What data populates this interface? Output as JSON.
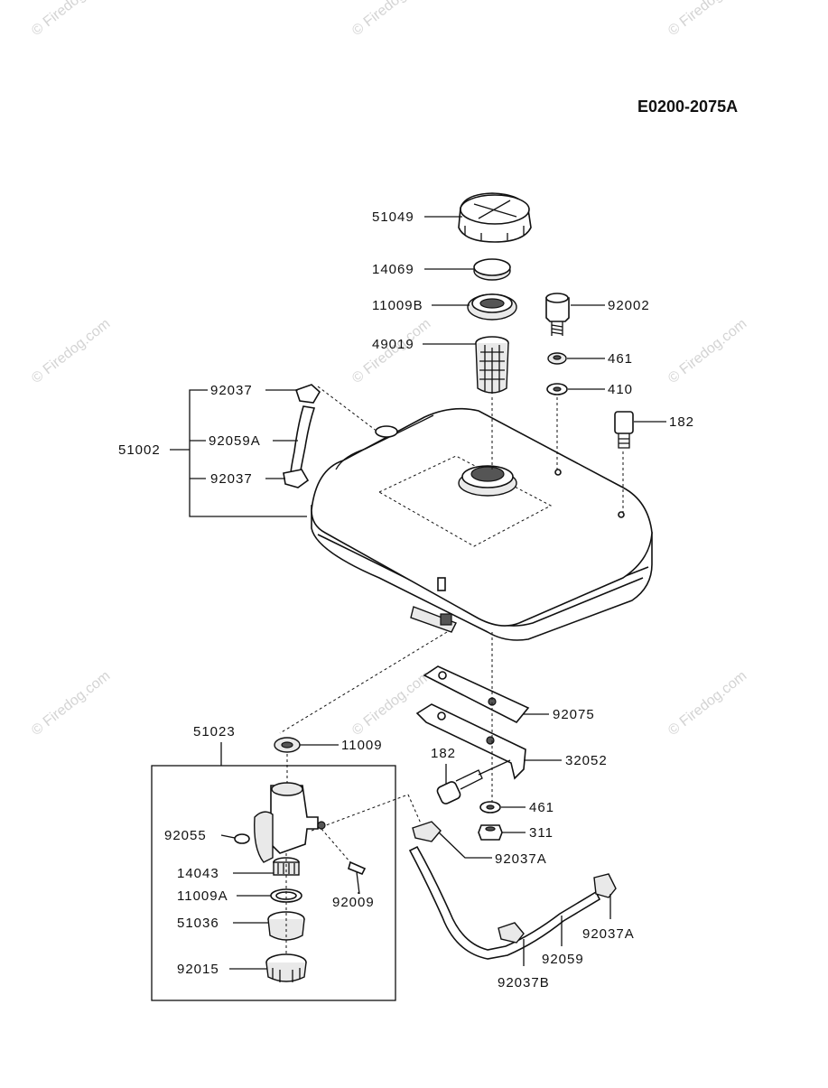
{
  "diagram_code": "E0200-2075A",
  "watermark_text": "© Firedog.com",
  "labels": {
    "cap": "51049",
    "cap_gasket": "14069",
    "grommet_top": "11009B",
    "strainer": "49019",
    "bolt_top": "92002",
    "washer_461_top": "461",
    "washer_410": "410",
    "breather_182_top": "182",
    "tank_assy": "51002",
    "clamp_upper": "92037",
    "tube_59a": "92059A",
    "clamp_lower": "92037",
    "bracket_92075": "92075",
    "bracket_32052": "32052",
    "breather_182_bottom": "182",
    "washer_461_bottom": "461",
    "nut_311": "311",
    "clamp_92037a_mid": "92037A",
    "clamp_92037a_right": "92037A",
    "tube_92059": "92059",
    "clamp_92037b": "92037B",
    "valve_assy": "51023",
    "gasket_11009": "11009",
    "oring_92055": "92055",
    "filter_14043": "14043",
    "gasket_11009a": "11009A",
    "cup_51036": "51036",
    "screw_92009": "92009",
    "nut_92015": "92015"
  }
}
